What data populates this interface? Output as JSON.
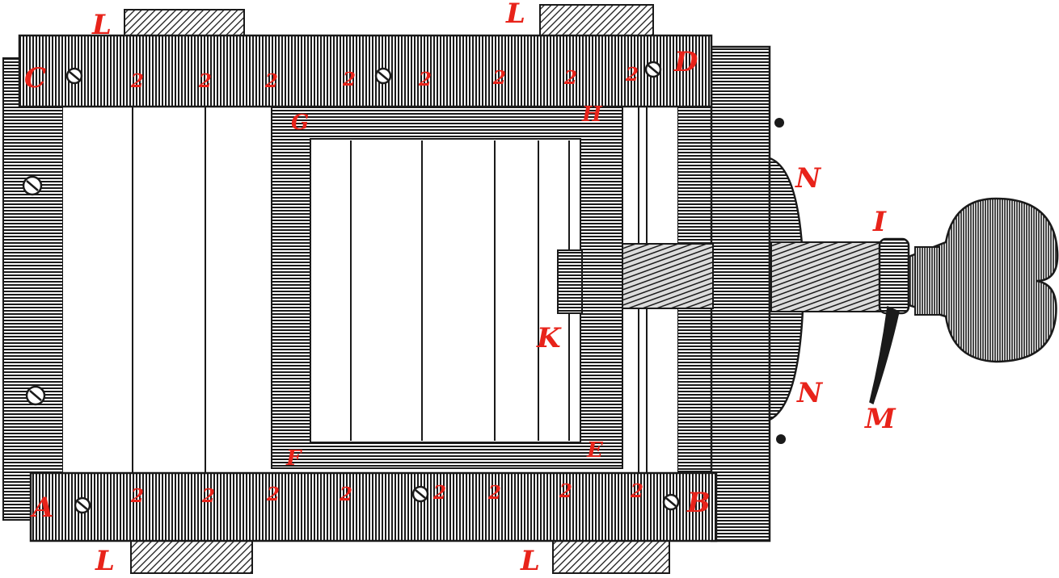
{
  "colors": {
    "ink": "#1a1a1a",
    "label": "#e8231a",
    "paper": "#ffffff",
    "knob": "#4a4a4a"
  },
  "labels": {
    "A": "A",
    "B": "B",
    "C": "C",
    "D": "D",
    "E": "E",
    "F": "F",
    "G": "G",
    "H": "H",
    "I": "I",
    "K": "K",
    "L": "L",
    "M": "M",
    "N": "N"
  },
  "rail_number": "2"
}
